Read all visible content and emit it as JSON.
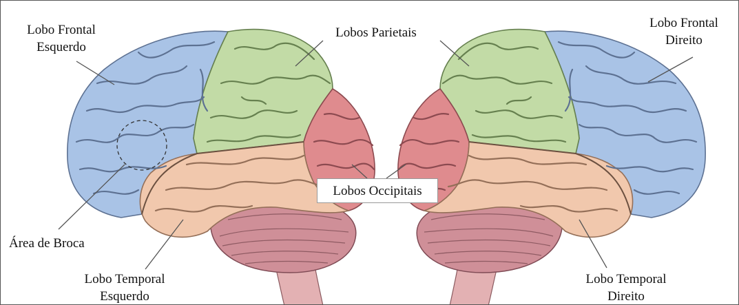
{
  "labels": {
    "frontal_left_line1": "Lobo Frontal",
    "frontal_left_line2": "Esquerdo",
    "parietal": "Lobos Parietais",
    "frontal_right_line1": "Lobo Frontal",
    "frontal_right_line2": "Direito",
    "occipital": "Lobos Occipitais",
    "broca": "Área de Broca",
    "temporal_left_line1": "Lobo Temporal",
    "temporal_left_line2": "Esquerdo",
    "temporal_right_line1": "Lobo Temporal",
    "temporal_right_line2": "Direito"
  },
  "colors": {
    "frontal": "#a9c3e6",
    "parietal": "#c2dba6",
    "occipital": "#df8b8e",
    "temporal": "#f1c8ad",
    "cerebellum": "#cf8f98",
    "brainstem": "#e3b1b3",
    "sulcus": "#5d7192"
  }
}
